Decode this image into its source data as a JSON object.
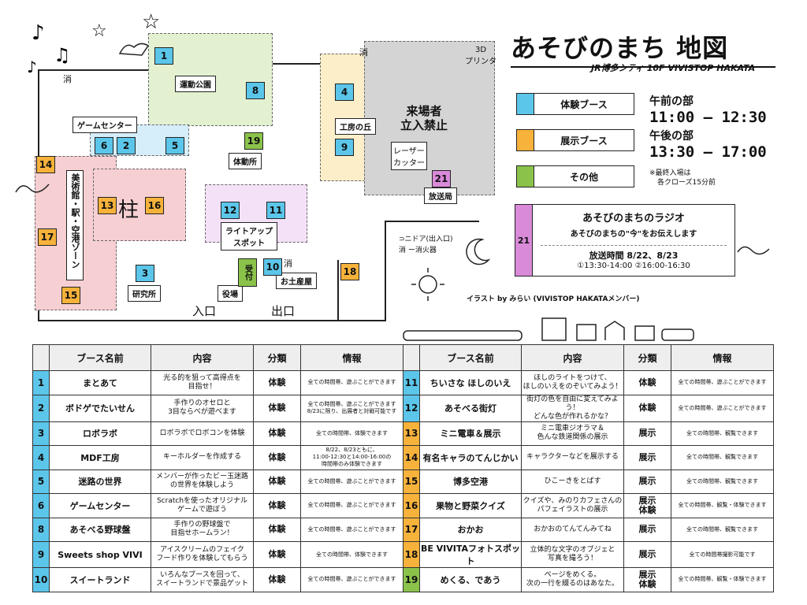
{
  "header": {
    "title": "あそびのまち 地図",
    "subtitle": "JR博多シティ 10F  VIVISTOP HAKATA"
  },
  "legend": [
    {
      "label": "体験ブース",
      "color": "#5bc6ea"
    },
    {
      "label": "展示ブース",
      "color": "#f7b23b"
    },
    {
      "label": "その他",
      "color": "#8bc34a"
    }
  ],
  "schedule": {
    "morning_label": "午前の部",
    "morning_time": "11:00 – 12:30",
    "afternoon_label": "午後の部",
    "afternoon_time": "13:30 – 17:00",
    "note_line1": "※最終入場は",
    "note_line2": "各クローズ15分前"
  },
  "radio": {
    "number": "21",
    "title": "あそびのまちのラジオ",
    "description": "あそびのまちの\"今\"をお伝えします",
    "time_label": "放送時間 8/22、8/23",
    "slots": "①13:30-14:00  ②16:00-16:30"
  },
  "credit": "イラスト by みらい (VIVISTOP HAKATAメンバー)",
  "map": {
    "zone_labels": {
      "sports_park": "運動公園",
      "game_center": "ゲームセンター",
      "gym": "体動所",
      "workshop_hill": "工房の丘",
      "restricted": "来場者\n立入禁止",
      "broadcast": "放送局",
      "museum": "美術館・駅・空港ゾーン",
      "lightup": "ライトアップ\nスポット",
      "souvenir": "お土産屋",
      "lab": "研究所",
      "office": "役場",
      "reception": "受付",
      "pillar": "柱",
      "entrance": "入口",
      "exit": "出口",
      "printer": "3D\nプリンタ",
      "laser": "レーザー\nカッター",
      "extinguisher1": "消",
      "extinguisher2": "消",
      "extinguisher3": "消",
      "map_legend1": "⊃ニドア(出入口)",
      "map_legend2": "消 ー消火器"
    },
    "booths": [
      {
        "id": "1",
        "type": "blue"
      },
      {
        "id": "8",
        "type": "blue"
      },
      {
        "id": "6",
        "type": "blue"
      },
      {
        "id": "2",
        "type": "blue"
      },
      {
        "id": "5",
        "type": "blue"
      },
      {
        "id": "19",
        "type": "green"
      },
      {
        "id": "4",
        "type": "blue"
      },
      {
        "id": "9",
        "type": "blue"
      },
      {
        "id": "21",
        "type": "purple"
      },
      {
        "id": "14",
        "type": "orange"
      },
      {
        "id": "13",
        "type": "orange"
      },
      {
        "id": "16",
        "type": "orange"
      },
      {
        "id": "17",
        "type": "orange"
      },
      {
        "id": "15",
        "type": "orange"
      },
      {
        "id": "12",
        "type": "blue"
      },
      {
        "id": "11",
        "type": "blue"
      },
      {
        "id": "3",
        "type": "blue"
      },
      {
        "id": "10",
        "type": "blue"
      },
      {
        "id": "18",
        "type": "orange"
      }
    ]
  },
  "table": {
    "headers": {
      "name": "ブース名前",
      "content": "内容",
      "category": "分類",
      "info": "情報"
    },
    "rows": [
      {
        "left": {
          "num": "1",
          "color": "#5bc6ea",
          "name": "まとあて",
          "desc": "光る的を狙って高得点を\n目指せ！",
          "cat": "体験",
          "info": "全ての時間帯、遊ぶことができます"
        },
        "right": {
          "num": "11",
          "color": "#5bc6ea",
          "name": "ちいさな ほしのいえ",
          "desc": "ほしのライトをつけて、\nほしのいえをのぞいてみよう！",
          "cat": "体験",
          "info": "全ての時間帯、遊ぶことができます"
        }
      },
      {
        "left": {
          "num": "2",
          "color": "#5bc6ea",
          "name": "ボドゲでたいせん",
          "desc": "手作りのオセロと\n3目ならべが遊べます",
          "cat": "体験",
          "info": "全ての時間帯、遊ぶことができます\n8/23に限り、出展者と対戦可能です"
        },
        "right": {
          "num": "12",
          "color": "#5bc6ea",
          "name": "あそべる街灯",
          "desc": "街灯の色を自由に変えてみよう！\nどんな色が作れるかな？",
          "cat": "体験",
          "info": "全ての時間帯、遊ぶことができます"
        }
      },
      {
        "left": {
          "num": "3",
          "color": "#5bc6ea",
          "name": "ロボラボ",
          "desc": "ロボラボでロボコンを体験",
          "cat": "体験",
          "info": "全ての時間帯、体験できます"
        },
        "right": {
          "num": "13",
          "color": "#f7b23b",
          "name": "ミニ電車＆展示",
          "desc": "ミニ電車ジオラマ＆\n色んな鉄道関係の展示",
          "cat": "展示",
          "info": "全ての時間帯、観覧できます"
        }
      },
      {
        "left": {
          "num": "4",
          "color": "#5bc6ea",
          "name": "MDF工房",
          "desc": "キーホルダーを作成する",
          "cat": "体験",
          "info": "8/22、8/23ともに、\n11:00-12:30と14:00-16:00の\n時間帯のみ体験できます"
        },
        "right": {
          "num": "14",
          "color": "#f7b23b",
          "name": "有名キャラのてんじかい",
          "desc": "キャラクターなどを展示する",
          "cat": "展示",
          "info": "全ての時間帯、観覧できます"
        }
      },
      {
        "left": {
          "num": "5",
          "color": "#5bc6ea",
          "name": "迷路の世界",
          "desc": "メンバーが作ったビー玉迷路\nの世界を体験しよう",
          "cat": "体験",
          "info": "全ての時間帯、遊ぶことができます"
        },
        "right": {
          "num": "15",
          "color": "#f7b23b",
          "name": "博多空港",
          "desc": "ひこーきをとばす",
          "cat": "展示",
          "info": "全ての時間帯、観覧できます"
        }
      },
      {
        "left": {
          "num": "6",
          "color": "#5bc6ea",
          "name": "ゲームセンター",
          "desc": "Scratchを使ったオリジナル\nゲームで遊ぼう",
          "cat": "体験",
          "info": "全ての時間帯、遊ぶことができます"
        },
        "right": {
          "num": "16",
          "color": "#f7b23b",
          "name": "果物と野菜クイズ",
          "desc": "クイズや、みのりカフェさんの\nパフェイラストの展示",
          "cat": "展示\n体験",
          "info": "全ての時間帯、観覧・体験できます"
        }
      },
      {
        "left": {
          "num": "8",
          "color": "#5bc6ea",
          "name": "あそべる野球盤",
          "desc": "手作りの野球盤で\n目指せホームラン！",
          "cat": "体験",
          "info": "全ての時間帯、遊ぶことができます"
        },
        "right": {
          "num": "17",
          "color": "#f7b23b",
          "name": "おかお",
          "desc": "おかおのてんてんみてね",
          "cat": "展示",
          "info": "全ての時間帯、観覧できます"
        }
      },
      {
        "left": {
          "num": "9",
          "color": "#5bc6ea",
          "name": "Sweets shop VIVI",
          "desc": "アイスクリームのフェイク\nフード作りを体験してもらう",
          "cat": "体験",
          "info": "全ての時間帯、体験できます"
        },
        "right": {
          "num": "18",
          "color": "#f7b23b",
          "name": "BE VIVITAフォトスポット",
          "desc": "立体的な文字のオブジェと\n写真を撮ろう！",
          "cat": "展示",
          "info": "全ての時間帯撮影可能です"
        }
      },
      {
        "left": {
          "num": "10",
          "color": "#5bc6ea",
          "name": "スイートランド",
          "desc": "いろんなブースを回って、\nスイートランドで景品ゲット",
          "cat": "体験",
          "info": "全ての時間帯、遊ぶことができます"
        },
        "right": {
          "num": "19",
          "color": "#8bc34a",
          "name": "めくる、であう",
          "desc": "ページをめくる。\n次の一行を綴るのはあなた。",
          "cat": "展示\n体験",
          "info": "全ての時間帯、観覧・体験できます"
        }
      }
    ]
  }
}
